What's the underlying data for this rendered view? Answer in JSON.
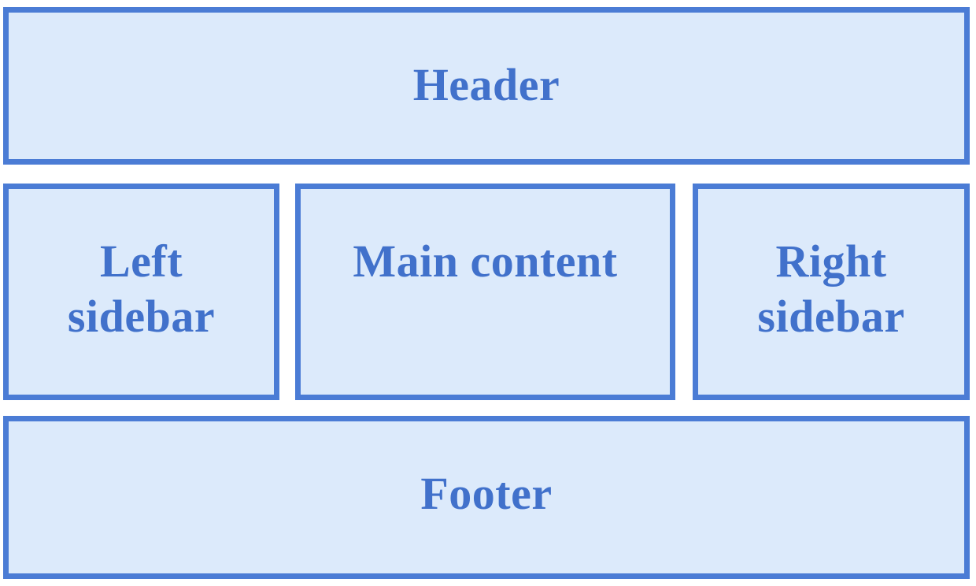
{
  "diagram": {
    "title": "webpage-layout-diagram",
    "header": {
      "label": "Header"
    },
    "left_sidebar": {
      "label": "Left\nsidebar"
    },
    "main_content": {
      "label": "Main content"
    },
    "right_sidebar": {
      "label": "Right\nsidebar"
    },
    "footer": {
      "label": "Footer"
    }
  },
  "colors": {
    "box_fill": "#dceafb",
    "box_border": "#4b7cd5",
    "label_text": "#4171cb",
    "page_background": "#ffffff"
  }
}
